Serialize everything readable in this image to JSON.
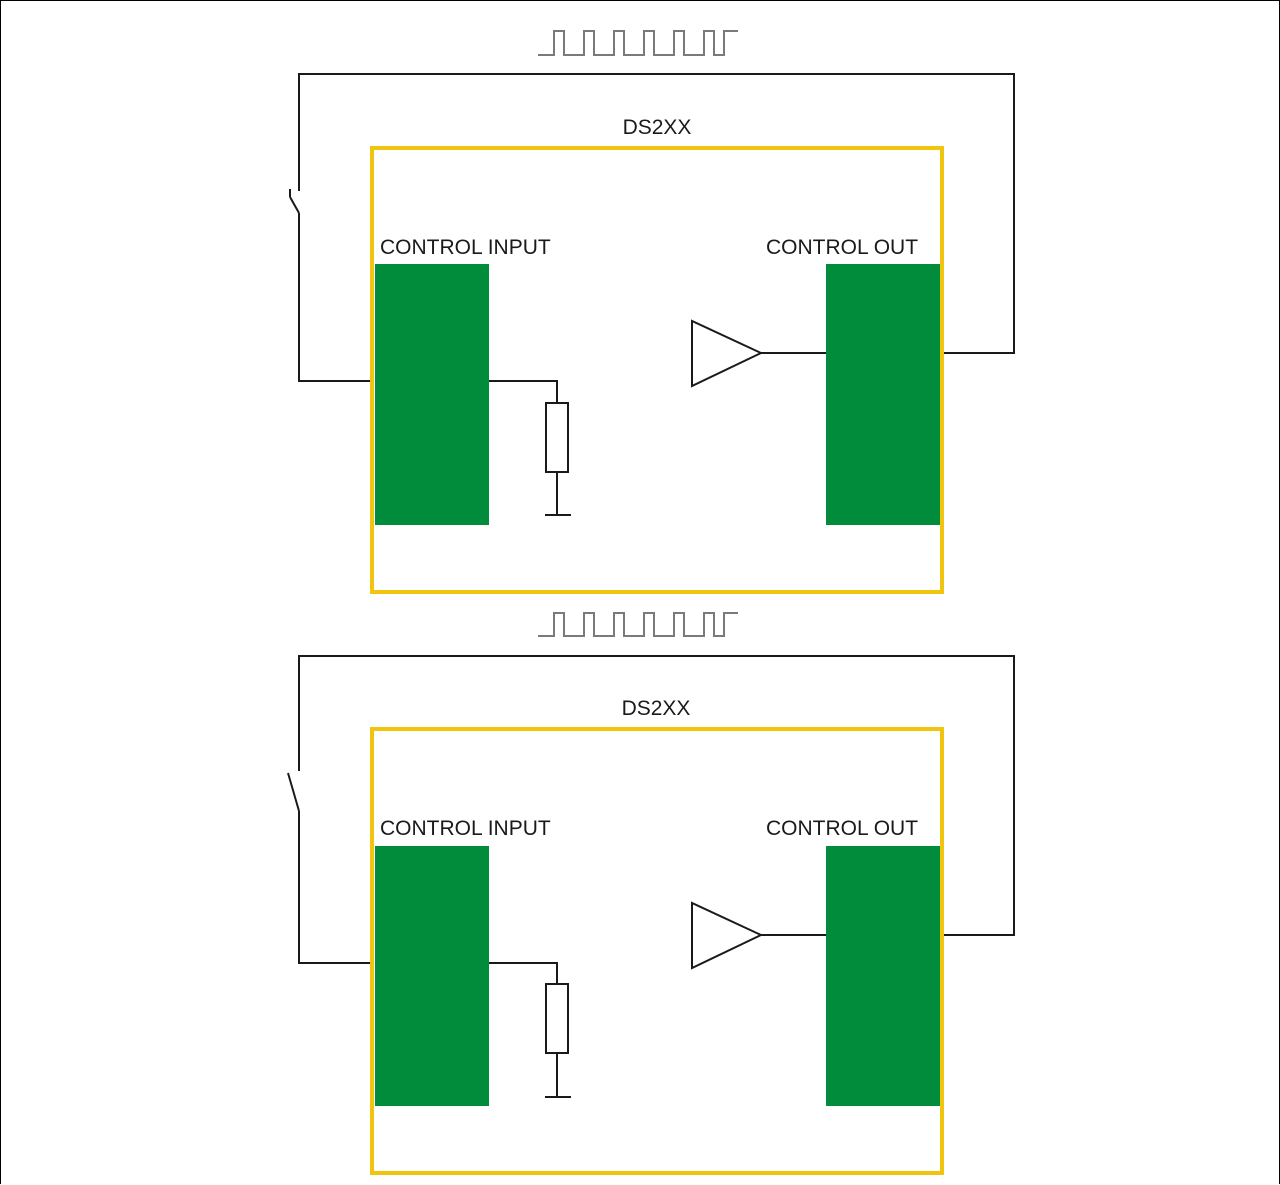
{
  "diagrams": [
    {
      "device_label": "DS2XX",
      "input_label": "CONTROL INPUT",
      "output_label": "CONTROL OUT",
      "switch_state": "closed"
    },
    {
      "device_label": "DS2XX",
      "input_label": "CONTROL INPUT",
      "output_label": "CONTROL OUT",
      "switch_state": "open"
    }
  ],
  "colors": {
    "device_border": "#f1c40f",
    "block_fill": "#008c3a",
    "wire": "#1a1a1a",
    "pulse_train": "#7a7a7a"
  },
  "icons": [
    "pulse-train-icon",
    "switch-icon",
    "buffer-amplifier-icon",
    "resistor-icon",
    "ground-icon"
  ]
}
